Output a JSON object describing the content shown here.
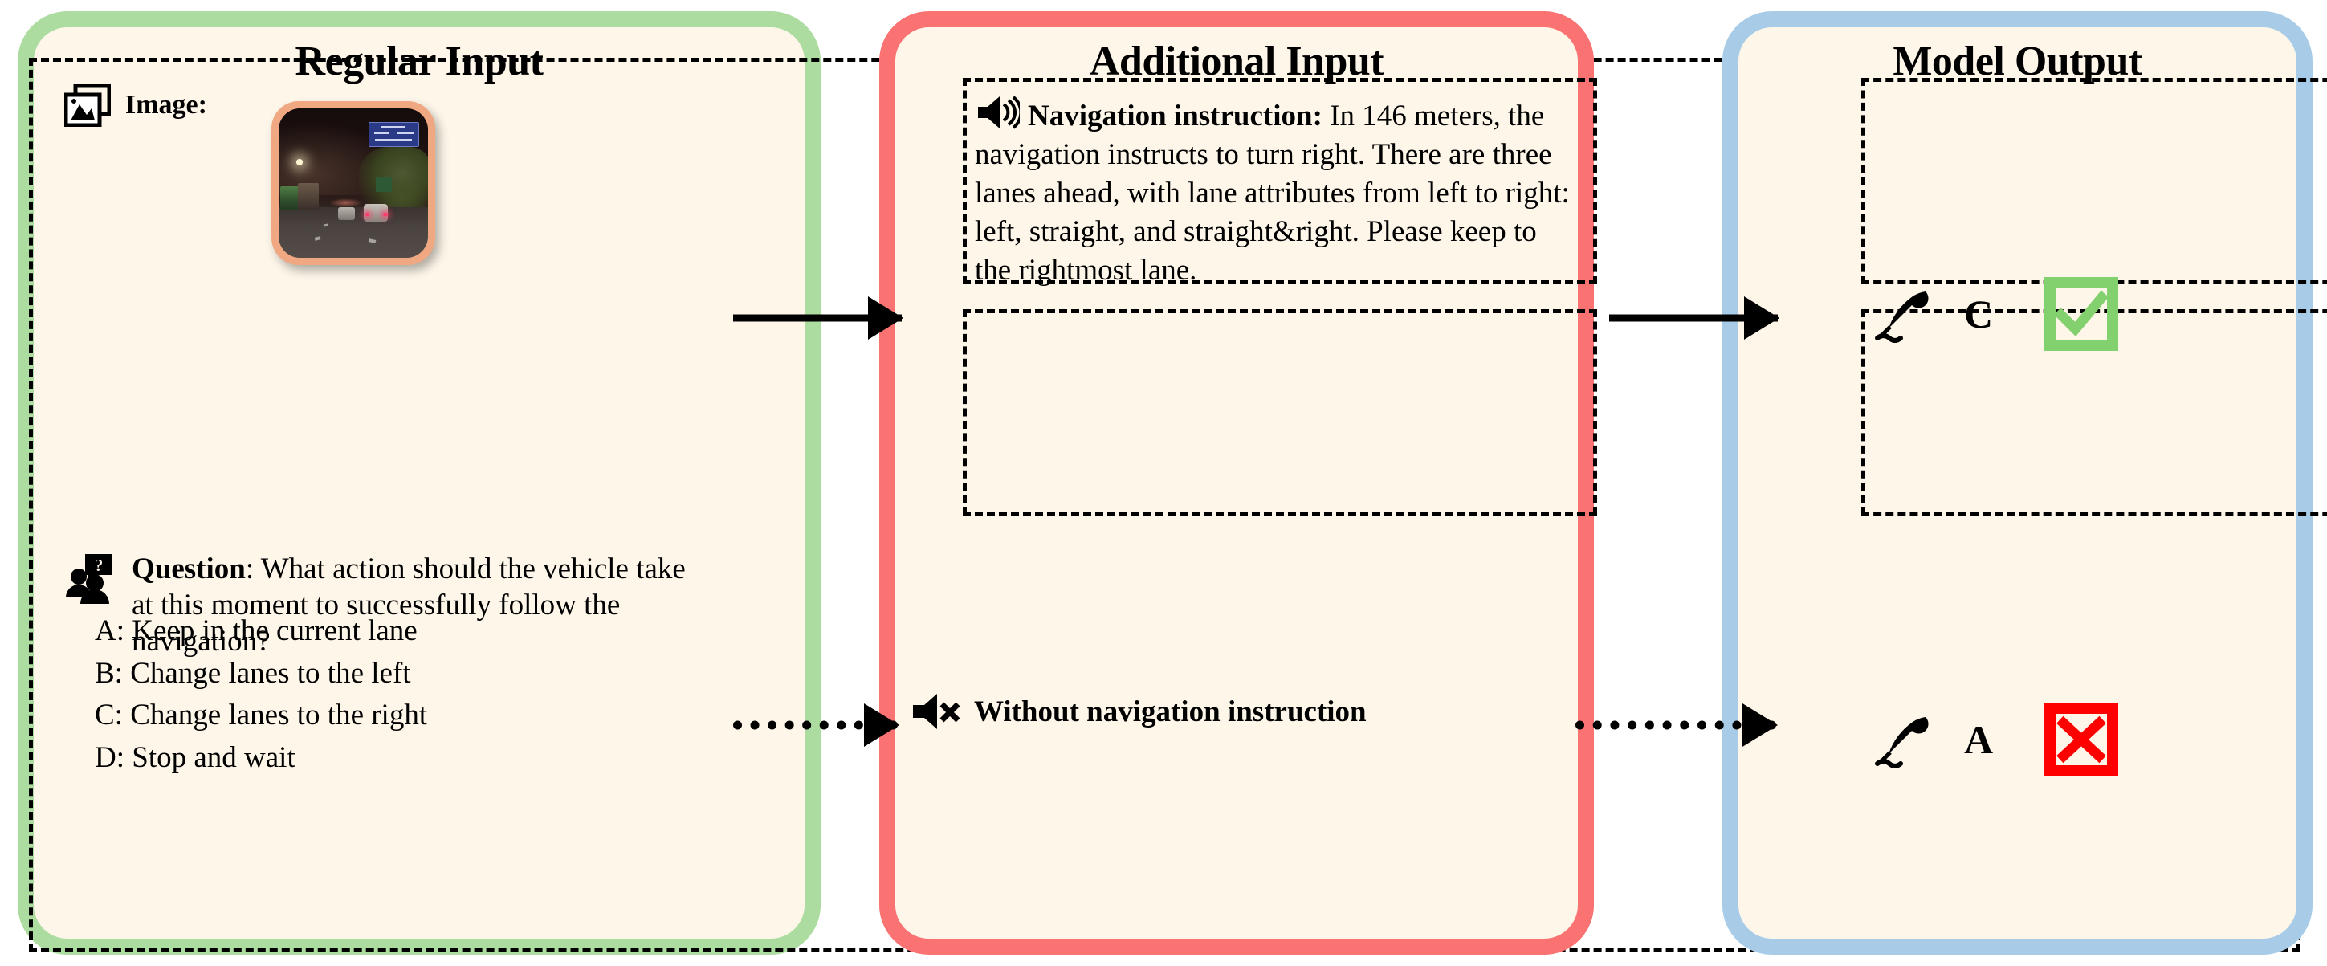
{
  "panels": {
    "regular": {
      "title": "Regular Input",
      "border_color": "#ACDCA0",
      "image_label": "Image:",
      "image_icon": "photo-stack-icon",
      "photo_description": "Night-time dashcam view of a multi-lane urban road with a blue overhead directional sign, trees on the right, a green bus on the left and cars ahead.",
      "question_icon": "people-question-icon",
      "question_prefix": "Question",
      "question_body": ": What action should the vehicle take at this moment to successfully follow the navigation?",
      "options": [
        "A: Keep in the current lane",
        "B: Change lanes to the left",
        "C: Change lanes to the right",
        "D: Stop and wait"
      ]
    },
    "additional": {
      "title": "Additional Input",
      "border_color": "#FA7272",
      "nav_icon": "speaker-on-icon",
      "nav_prefix": "Navigation instruction:",
      "nav_body": " In 146 meters, the navigation instructs to turn right. There are three lanes ahead, with lane attributes from left to right: left, straight, and straight&right. Please keep to the rightmost lane.",
      "nonav_icon": "speaker-muted-icon",
      "nonav_label": "Without navigation instruction"
    },
    "output": {
      "title": "Model Output",
      "border_color": "#A8CCE8",
      "results": [
        {
          "pen_icon": "quill-pen-icon",
          "answer": "C",
          "verdict_icon": "check-box-icon",
          "verdict": "correct",
          "verdict_color": "#82D06E"
        },
        {
          "pen_icon": "quill-pen-icon",
          "answer": "A",
          "verdict_icon": "cross-box-icon",
          "verdict": "incorrect",
          "verdict_color": "#FF0000"
        }
      ]
    }
  },
  "arrows": [
    {
      "name": "arrow-regular-to-additional",
      "style": "solid"
    },
    {
      "name": "arrow-additional-to-output",
      "style": "solid"
    },
    {
      "name": "arrow-regular-to-nonav",
      "style": "dotted"
    },
    {
      "name": "arrow-nonav-to-output",
      "style": "dotted"
    }
  ],
  "colors": {
    "background": "#FDF6E9",
    "page": "#FFFFFF",
    "photo_frame": "#F0A882"
  }
}
